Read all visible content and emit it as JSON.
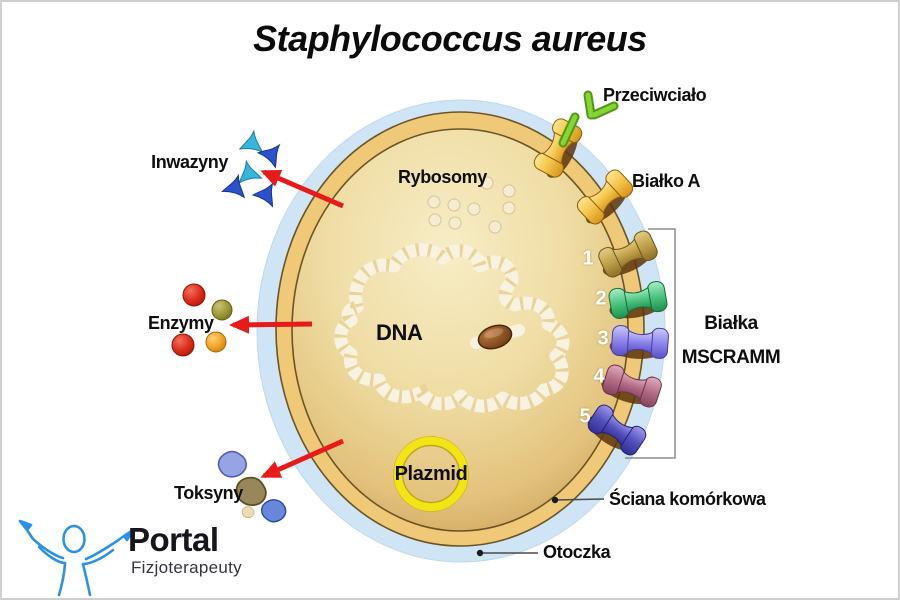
{
  "title": "Staphylococcus aureus",
  "cell": {
    "parts": {
      "przeciwcialo": "Przeciwciało",
      "bialko_a": "Białko A",
      "bialka_line1": "Białka",
      "bialka_line2": "MSCRAMM",
      "sciana_komorkowa": "Ściana komórkowa",
      "otoczka": "Otoczka",
      "rybosomy": "Rybosomy",
      "dna": "DNA",
      "plazmid": "Plazmid"
    },
    "secretions": {
      "inwazyny": "Inwazyny",
      "enzymy": "Enzymy",
      "toksyny": "Toksyny"
    },
    "mscramm_numbers": [
      "1",
      "2",
      "3",
      "4",
      "5"
    ]
  },
  "logo": {
    "name": "Portal",
    "subtitle": "Fizjoterapeuty"
  },
  "colors": {
    "capsule": "#cfe5f6",
    "cell_wall": "#efc878",
    "cytoplasm": "#eedda3",
    "protein_a": "#f5c84e",
    "antibody_green": "#86d436",
    "mscramm_1_gold": "#bfa14b",
    "mscramm_2_green": "#4cc47f",
    "mscramm_3_periwinkle": "#8d86ec",
    "mscramm_4_mauve": "#b26d85",
    "mscramm_5_indigo": "#5551bd",
    "arrow_red": "#e81a1a",
    "plasmid_ring": "#f3e414",
    "dna_strand": "#f8f2e0",
    "logo_blue": "#2a93e6"
  }
}
